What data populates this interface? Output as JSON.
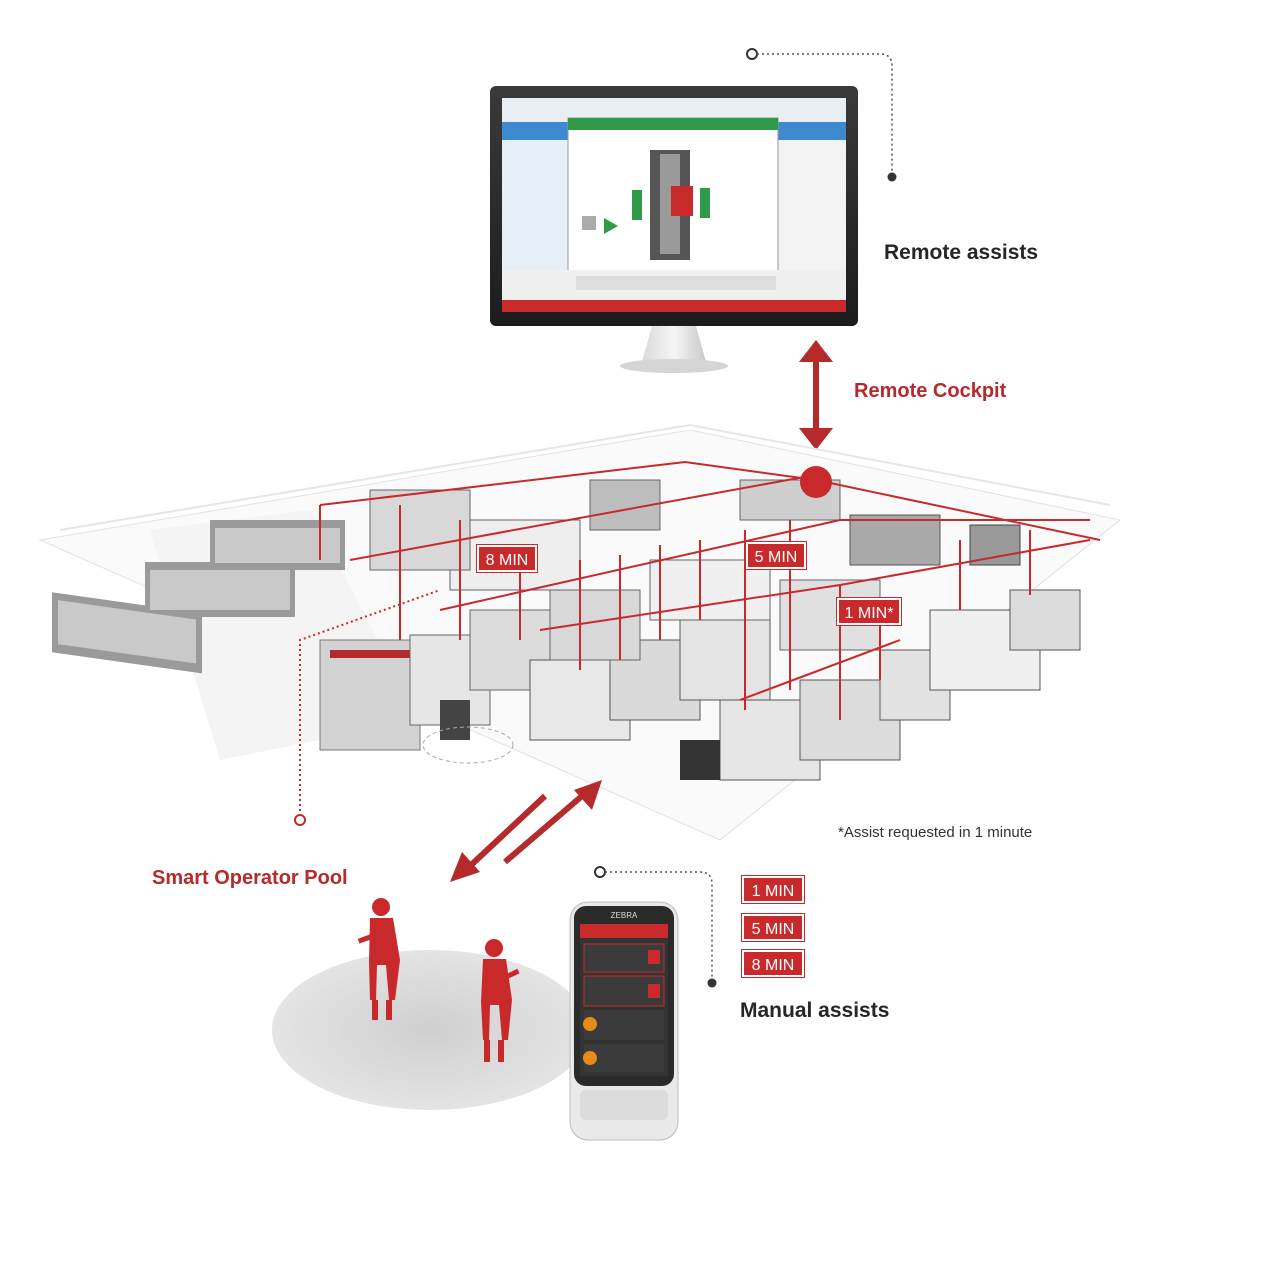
{
  "labels": {
    "remote_assists": "Remote assists",
    "remote_cockpit": "Remote Cockpit",
    "smart_operator_pool": "Smart Operator Pool",
    "manual_assists": "Manual assists",
    "footnote": "*Assist requested in 1 minute"
  },
  "floor_tags": {
    "tag_8": "8 MIN",
    "tag_5": "5 MIN",
    "tag_1": "1 MIN*"
  },
  "legend_tags": [
    "1 MIN",
    "5 MIN",
    "8 MIN"
  ],
  "device": {
    "brand": "ZEBRA"
  },
  "colors": {
    "accent_red": "#c8292b",
    "label_red": "#b52a2a",
    "text_dark": "#262626"
  }
}
